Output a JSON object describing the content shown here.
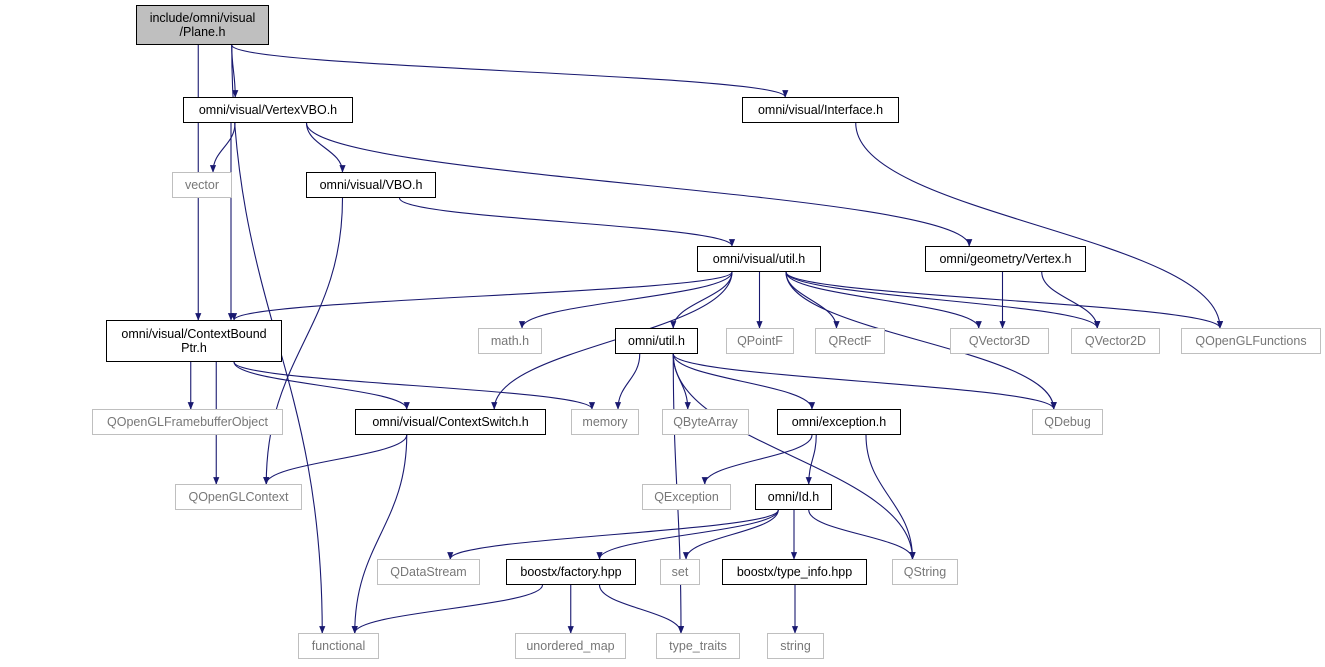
{
  "nodes": [
    {
      "id": "plane",
      "label": "include/omni/visual\n/Plane.h",
      "kind": "root"
    },
    {
      "id": "vertexvbo",
      "label": "omni/visual/VertexVBO.h",
      "kind": "internal"
    },
    {
      "id": "interface",
      "label": "omni/visual/Interface.h",
      "kind": "internal"
    },
    {
      "id": "vector",
      "label": "vector",
      "kind": "external"
    },
    {
      "id": "vbo",
      "label": "omni/visual/VBO.h",
      "kind": "internal"
    },
    {
      "id": "util",
      "label": "omni/visual/util.h",
      "kind": "internal"
    },
    {
      "id": "vertex",
      "label": "omni/geometry/Vertex.h",
      "kind": "internal"
    },
    {
      "id": "cbptr",
      "label": "omni/visual/ContextBound\nPtr.h",
      "kind": "internal"
    },
    {
      "id": "math",
      "label": "math.h",
      "kind": "external"
    },
    {
      "id": "omniutil",
      "label": "omni/util.h",
      "kind": "internal"
    },
    {
      "id": "qpointf",
      "label": "QPointF",
      "kind": "external"
    },
    {
      "id": "qrectf",
      "label": "QRectF",
      "kind": "external"
    },
    {
      "id": "qvector3d",
      "label": "QVector3D",
      "kind": "external"
    },
    {
      "id": "qvector2d",
      "label": "QVector2D",
      "kind": "external"
    },
    {
      "id": "qoglfunctions",
      "label": "QOpenGLFunctions",
      "kind": "external"
    },
    {
      "id": "qoglfbo",
      "label": "QOpenGLFramebufferObject",
      "kind": "external"
    },
    {
      "id": "ctxswitch",
      "label": "omni/visual/ContextSwitch.h",
      "kind": "internal"
    },
    {
      "id": "memory",
      "label": "memory",
      "kind": "external"
    },
    {
      "id": "qbytearray",
      "label": "QByteArray",
      "kind": "external"
    },
    {
      "id": "exception",
      "label": "omni/exception.h",
      "kind": "internal"
    },
    {
      "id": "qdebug",
      "label": "QDebug",
      "kind": "external"
    },
    {
      "id": "qoglcontext",
      "label": "QOpenGLContext",
      "kind": "external"
    },
    {
      "id": "qexception",
      "label": "QException",
      "kind": "external"
    },
    {
      "id": "omniid",
      "label": "omni/Id.h",
      "kind": "internal"
    },
    {
      "id": "qdatastream",
      "label": "QDataStream",
      "kind": "external"
    },
    {
      "id": "factory",
      "label": "boostx/factory.hpp",
      "kind": "internal"
    },
    {
      "id": "set",
      "label": "set",
      "kind": "external"
    },
    {
      "id": "typeinfo",
      "label": "boostx/type_info.hpp",
      "kind": "internal"
    },
    {
      "id": "qstring",
      "label": "QString",
      "kind": "external"
    },
    {
      "id": "functional",
      "label": "functional",
      "kind": "external"
    },
    {
      "id": "unorderedmap",
      "label": "unordered_map",
      "kind": "external"
    },
    {
      "id": "typetraits",
      "label": "type_traits",
      "kind": "external"
    },
    {
      "id": "string",
      "label": "string",
      "kind": "external"
    }
  ],
  "edges": [
    [
      "plane",
      "vertexvbo"
    ],
    [
      "plane",
      "interface"
    ],
    [
      "plane",
      "cbptr"
    ],
    [
      "plane",
      "functional"
    ],
    [
      "vertexvbo",
      "vector"
    ],
    [
      "vertexvbo",
      "vbo"
    ],
    [
      "vertexvbo",
      "cbptr"
    ],
    [
      "vertexvbo",
      "vertex"
    ],
    [
      "interface",
      "qoglfunctions"
    ],
    [
      "vbo",
      "util"
    ],
    [
      "vbo",
      "qoglcontext"
    ],
    [
      "util",
      "cbptr"
    ],
    [
      "util",
      "math"
    ],
    [
      "util",
      "omniutil"
    ],
    [
      "util",
      "qpointf"
    ],
    [
      "util",
      "qrectf"
    ],
    [
      "util",
      "qvector3d"
    ],
    [
      "util",
      "qvector2d"
    ],
    [
      "util",
      "qoglfunctions"
    ],
    [
      "util",
      "ctxswitch"
    ],
    [
      "util",
      "qdebug"
    ],
    [
      "vertex",
      "qvector3d"
    ],
    [
      "vertex",
      "qvector2d"
    ],
    [
      "cbptr",
      "qoglfbo"
    ],
    [
      "cbptr",
      "ctxswitch"
    ],
    [
      "cbptr",
      "memory"
    ],
    [
      "cbptr",
      "qoglcontext"
    ],
    [
      "omniutil",
      "memory"
    ],
    [
      "omniutil",
      "qbytearray"
    ],
    [
      "omniutil",
      "exception"
    ],
    [
      "omniutil",
      "qdebug"
    ],
    [
      "omniutil",
      "qstring"
    ],
    [
      "omniutil",
      "typetraits"
    ],
    [
      "ctxswitch",
      "qoglcontext"
    ],
    [
      "ctxswitch",
      "functional"
    ],
    [
      "exception",
      "qexception"
    ],
    [
      "exception",
      "omniid"
    ],
    [
      "exception",
      "qstring"
    ],
    [
      "omniid",
      "qdatastream"
    ],
    [
      "omniid",
      "factory"
    ],
    [
      "omniid",
      "set"
    ],
    [
      "omniid",
      "typeinfo"
    ],
    [
      "omniid",
      "qstring"
    ],
    [
      "factory",
      "functional"
    ],
    [
      "factory",
      "unorderedmap"
    ],
    [
      "factory",
      "typetraits"
    ],
    [
      "typeinfo",
      "string"
    ]
  ],
  "colors": {
    "edge": "#191970",
    "internal_border": "#000000",
    "external_border": "#bfbfbf",
    "root_fill": "#bfbfbf"
  }
}
